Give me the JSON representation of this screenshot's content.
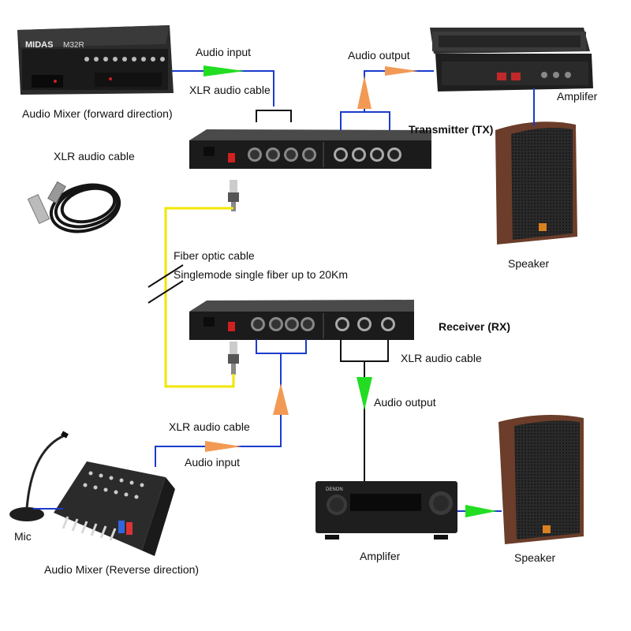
{
  "labels": {
    "mixer_forward": "Audio Mixer (forward direction)",
    "audio_input_top": "Audio input",
    "xlr_cable_top": "XLR audio cable",
    "audio_output_top": "Audio output",
    "amplifier_top": "Amplifer",
    "transmitter": "Transmitter (TX)",
    "speaker_top": "Speaker",
    "xlr_cable_coil": "XLR audio cable",
    "fiber_cable": "Fiber optic cable",
    "fiber_spec": "Singlemode single fiber up to 20Km",
    "receiver": "Receiver (RX)",
    "xlr_cable_rx": "XLR audio cable",
    "audio_output_rx": "Audio output",
    "xlr_cable_bottom": "XLR audio cable",
    "audio_input_bottom": "Audio input",
    "mic": "Mic",
    "mixer_reverse": "Audio Mixer (Reverse direction)",
    "amplifier_bottom": "Amplifer",
    "speaker_bottom": "Speaker"
  },
  "device_text": {
    "mixer_brand": "MIDAS",
    "mixer_model": "M32R",
    "avr_brand": "DENON"
  },
  "colors": {
    "signal_line": "#1a3ccc",
    "fiber": "#f2e600",
    "arrow_green": "#22dd22",
    "arrow_orange": "#f29a55",
    "device_dark": "#1c1c1c",
    "speaker_wood": "#6b3d2a"
  }
}
